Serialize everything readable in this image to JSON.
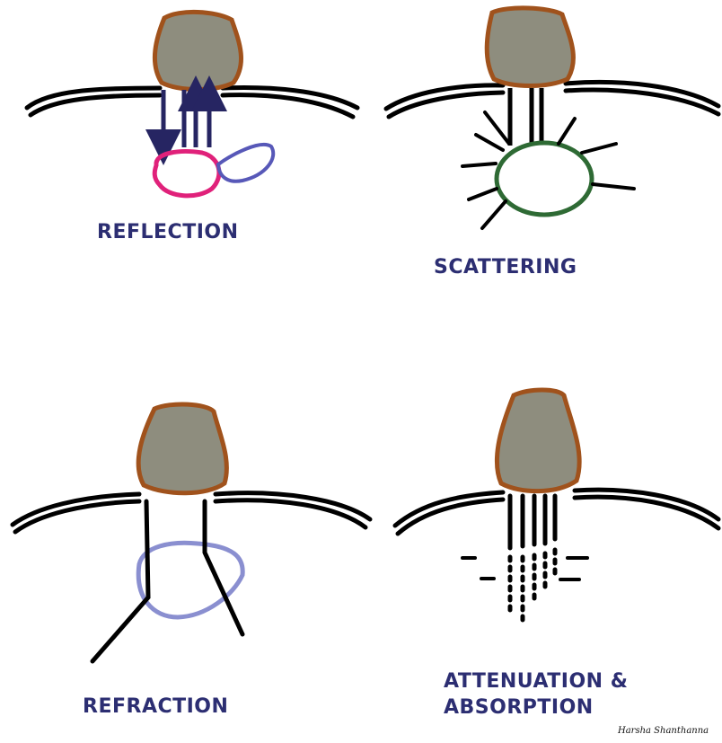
{
  "panels": [
    {
      "id": "reflection",
      "label": "REFLECTION"
    },
    {
      "id": "scattering",
      "label": "SCATTERING"
    },
    {
      "id": "refraction",
      "label": "REFRACTION"
    },
    {
      "id": "attenuation",
      "label_line1": "ATTENUATION &",
      "label_line2": "ABSORPTION"
    }
  ],
  "credit": "Harsha Shanthanna",
  "colors": {
    "probe_fill": "#8e8d7e",
    "probe_outline": "#a0521c",
    "skin": "#000000",
    "label": "#2c2e72",
    "reflection_arrows": "#262562",
    "reflection_target": "#e0217a",
    "reflection_secondary": "#5758b8",
    "scattering_target": "#2e6a34",
    "refraction_target": "#8a8fd0"
  }
}
